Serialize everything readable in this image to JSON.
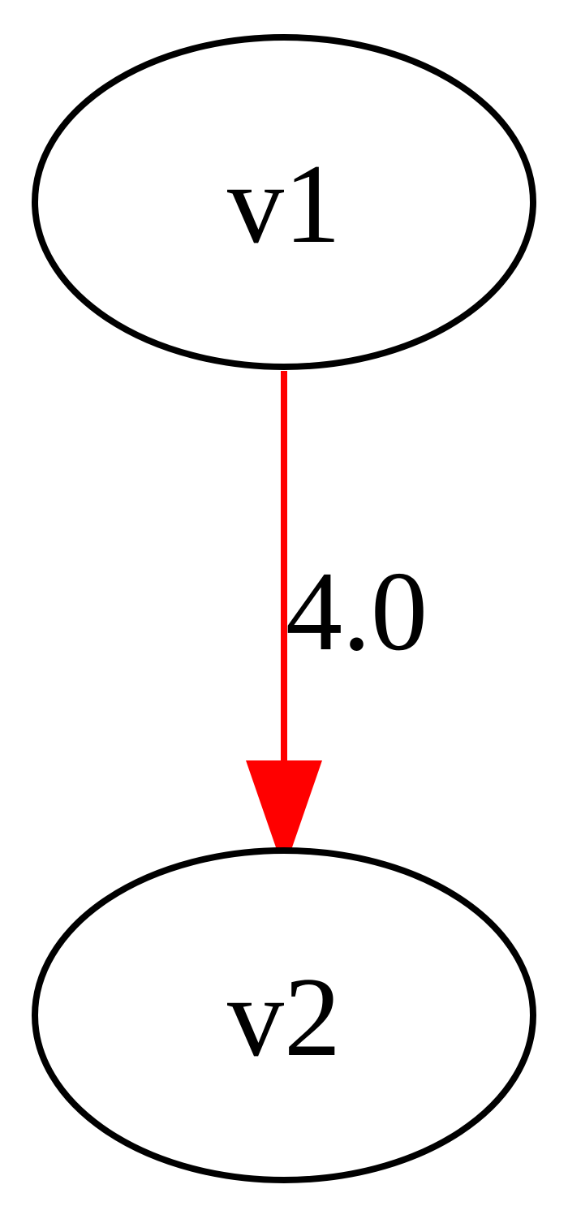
{
  "graph": {
    "nodes": [
      {
        "id": "v1",
        "label": "v1"
      },
      {
        "id": "v2",
        "label": "v2"
      }
    ],
    "edges": [
      {
        "from": "v1",
        "to": "v2",
        "label": "4.0",
        "color": "#ff0000",
        "directed": true
      }
    ],
    "node_stroke_color": "#000000",
    "background_color": "#ffffff"
  }
}
